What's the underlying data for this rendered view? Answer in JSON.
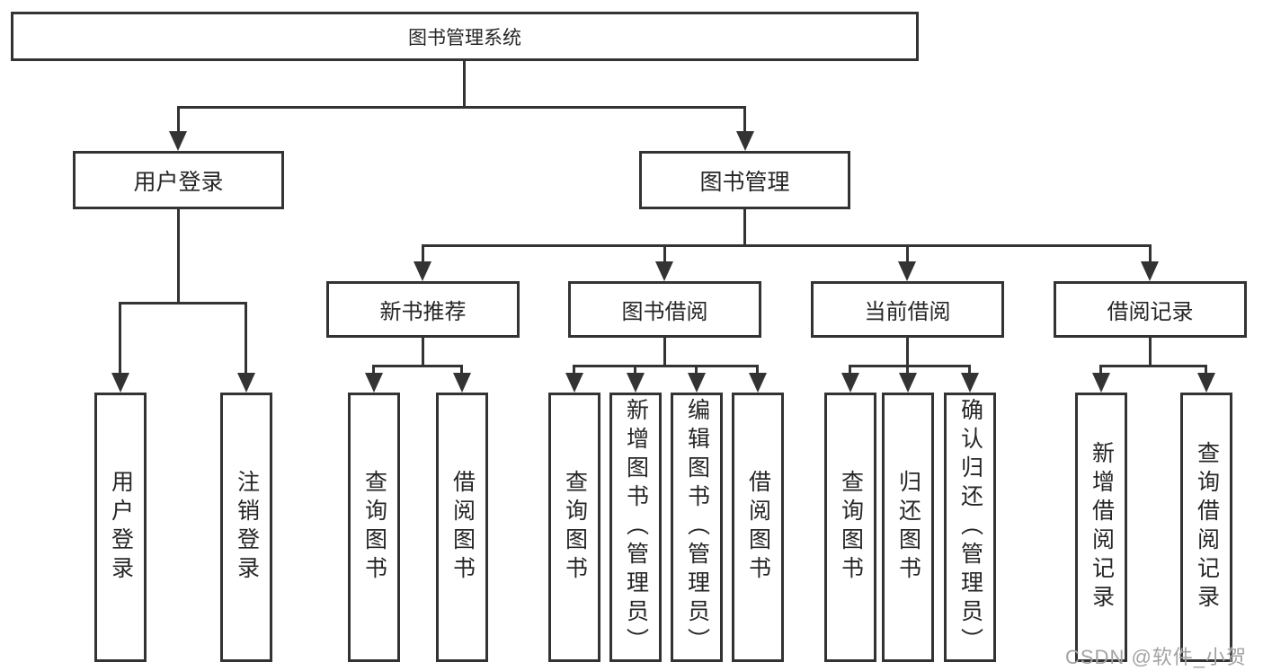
{
  "nodes": {
    "root": {
      "label": "图书管理系统"
    },
    "level2": [
      {
        "label": "用户登录"
      },
      {
        "label": "图书管理"
      }
    ],
    "level3": [
      {
        "label": "新书推荐"
      },
      {
        "label": "图书借阅"
      },
      {
        "label": "当前借阅"
      },
      {
        "label": "借阅记录"
      }
    ],
    "leaves_user_login": [
      {
        "label": "用户登录"
      },
      {
        "label": "注销登录"
      }
    ],
    "leaves_new_book": [
      {
        "label": "查询图书"
      },
      {
        "label": "借阅图书"
      }
    ],
    "leaves_book_borrow": [
      {
        "label": "查询图书"
      },
      {
        "label": "新增图书（管理员）"
      },
      {
        "label": "编辑图书（管理员）"
      },
      {
        "label": "借阅图书"
      }
    ],
    "leaves_current_borrow": [
      {
        "label": "查询图书"
      },
      {
        "label": "归还图书"
      },
      {
        "label": "确认归还（管理员）"
      }
    ],
    "leaves_borrow_records": [
      {
        "label": "新增借阅记录"
      },
      {
        "label": "查询借阅记录"
      }
    ]
  },
  "watermark": {
    "text": "CSDN @软件_小贺同学"
  },
  "colors": {
    "line": "#333333",
    "text": "#262626",
    "watermark": "#a3a3a3",
    "background": "#ffffff"
  }
}
